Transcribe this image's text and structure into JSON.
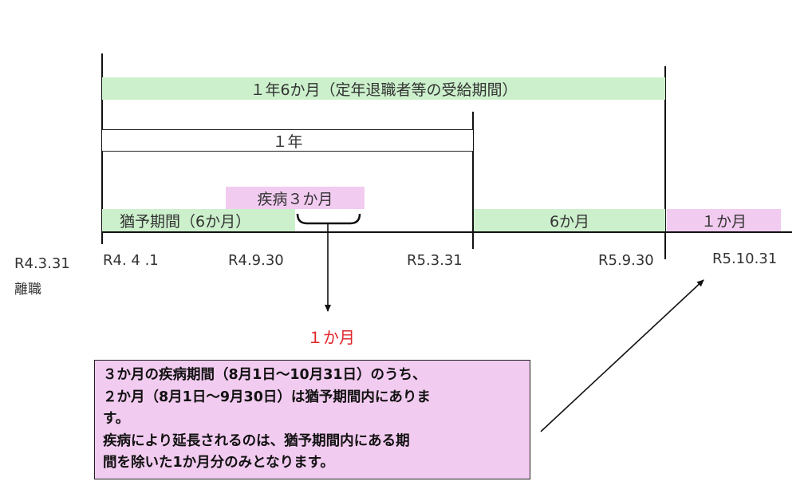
{
  "colors": {
    "green": "#ccf0cc",
    "pink": "#f2cbf0",
    "red": "#e0262b",
    "line": "#111111"
  },
  "bars": {
    "total_period": "１年6か月（定年退職者等の受給期間）",
    "one_year": "１年",
    "illness": "疾病３か月",
    "grace": "猶予期間（6か月）",
    "six_months": "6か月",
    "one_month": "１か月"
  },
  "dates": {
    "retire_date": "R4.3.31",
    "retire_label": "離職",
    "d1": "R4. 4 .1",
    "d2": "R4.9.30",
    "d3": "R5.3.31",
    "d4": "R5.9.30",
    "d5": "R5.10.31"
  },
  "arrow_label": "１か月",
  "note": {
    "line1": "３か月の疾病期間（8月1日～10月31日）のうち、",
    "line2": "２か月（8月1日～9月30日）は猶予期間内にありま",
    "line3": "す。",
    "line4": "疾病により延長されるのは、猶予期間内にある期",
    "line5": "間を除いた1か月分のみとなります。"
  }
}
